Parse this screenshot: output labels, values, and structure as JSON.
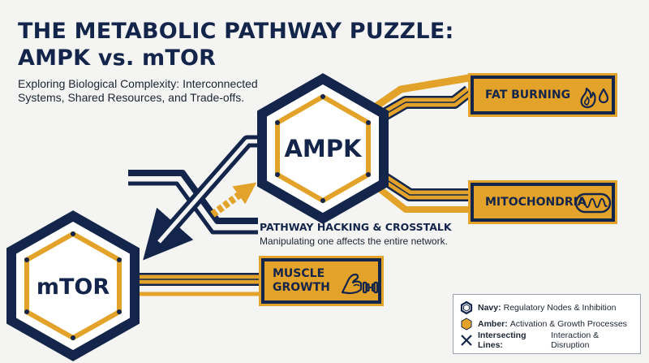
{
  "header": {
    "title_line1": "THE METABOLIC PATHWAY PUZZLE:",
    "title_line2": "AMPK vs. mTOR",
    "subtitle_line1": "Exploring Biological Complexity: Interconnected",
    "subtitle_line2": "Systems, Shared Resources, and Trade-offs."
  },
  "nodes": {
    "ampk": "AMPK",
    "mtor": "mTOR"
  },
  "outputs": {
    "fat_burning": "FAT BURNING",
    "mitochondria": "MITOCHONDRIA",
    "muscle_growth_line1": "MUSCLE",
    "muscle_growth_line2": "GROWTH"
  },
  "crosstalk": {
    "title": "PATHWAY HACKING & CROSSTALK",
    "description": "Manipulating one affects the entire network."
  },
  "legend": {
    "navy_label": "Navy:",
    "navy_text": "Regulatory Nodes & Inhibition",
    "amber_label": "Amber:",
    "amber_text": "Activation & Growth Processes",
    "lines_label": "Intersecting Lines:",
    "lines_text": "Interaction & Disruption"
  },
  "colors": {
    "navy": "#13254a",
    "amber": "#e3a22a",
    "background": "#f4f4f2"
  },
  "icons": {
    "fat_burning": "flame-drop-icon",
    "mitochondria": "mitochondria-icon",
    "muscle_growth": "flexed-arm-dumbbell-icon"
  }
}
